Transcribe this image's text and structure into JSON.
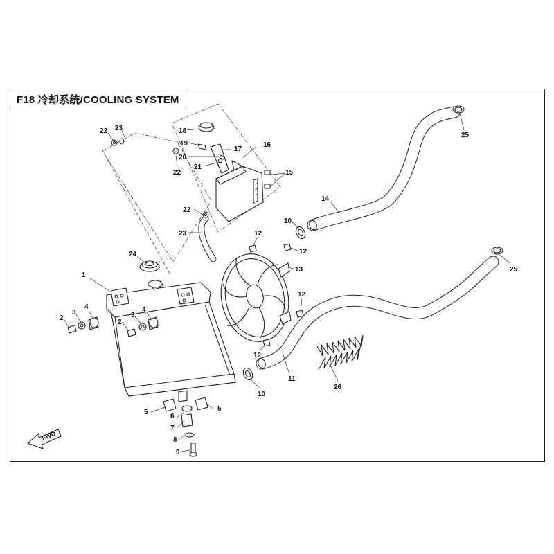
{
  "header": {
    "title": "F18 冷却系统/COOLING SYSTEM"
  },
  "callouts": {
    "c1": "1",
    "c2a": "2",
    "c2b": "2",
    "c3a": "3",
    "c3b": "3",
    "c4a": "4",
    "c4b": "4",
    "c5a": "5",
    "c5b": "5",
    "c6": "6",
    "c7": "7",
    "c8": "8",
    "c9": "9",
    "c10a": "10",
    "c10b": "10",
    "c11": "11",
    "c12a": "12",
    "c12b": "12",
    "c12c": "12",
    "c12d": "12",
    "c13": "13",
    "c14": "14",
    "c15": "15",
    "c16": "16",
    "c17": "17",
    "c18": "18",
    "c19": "19",
    "c20": "20",
    "c21": "21",
    "c22a": "22",
    "c22b": "22",
    "c22c": "22",
    "c23a": "23",
    "c23b": "23",
    "c24": "24",
    "c25a": "25",
    "c25b": "25",
    "c26": "26"
  },
  "direction_marker": {
    "label": "FWD"
  }
}
